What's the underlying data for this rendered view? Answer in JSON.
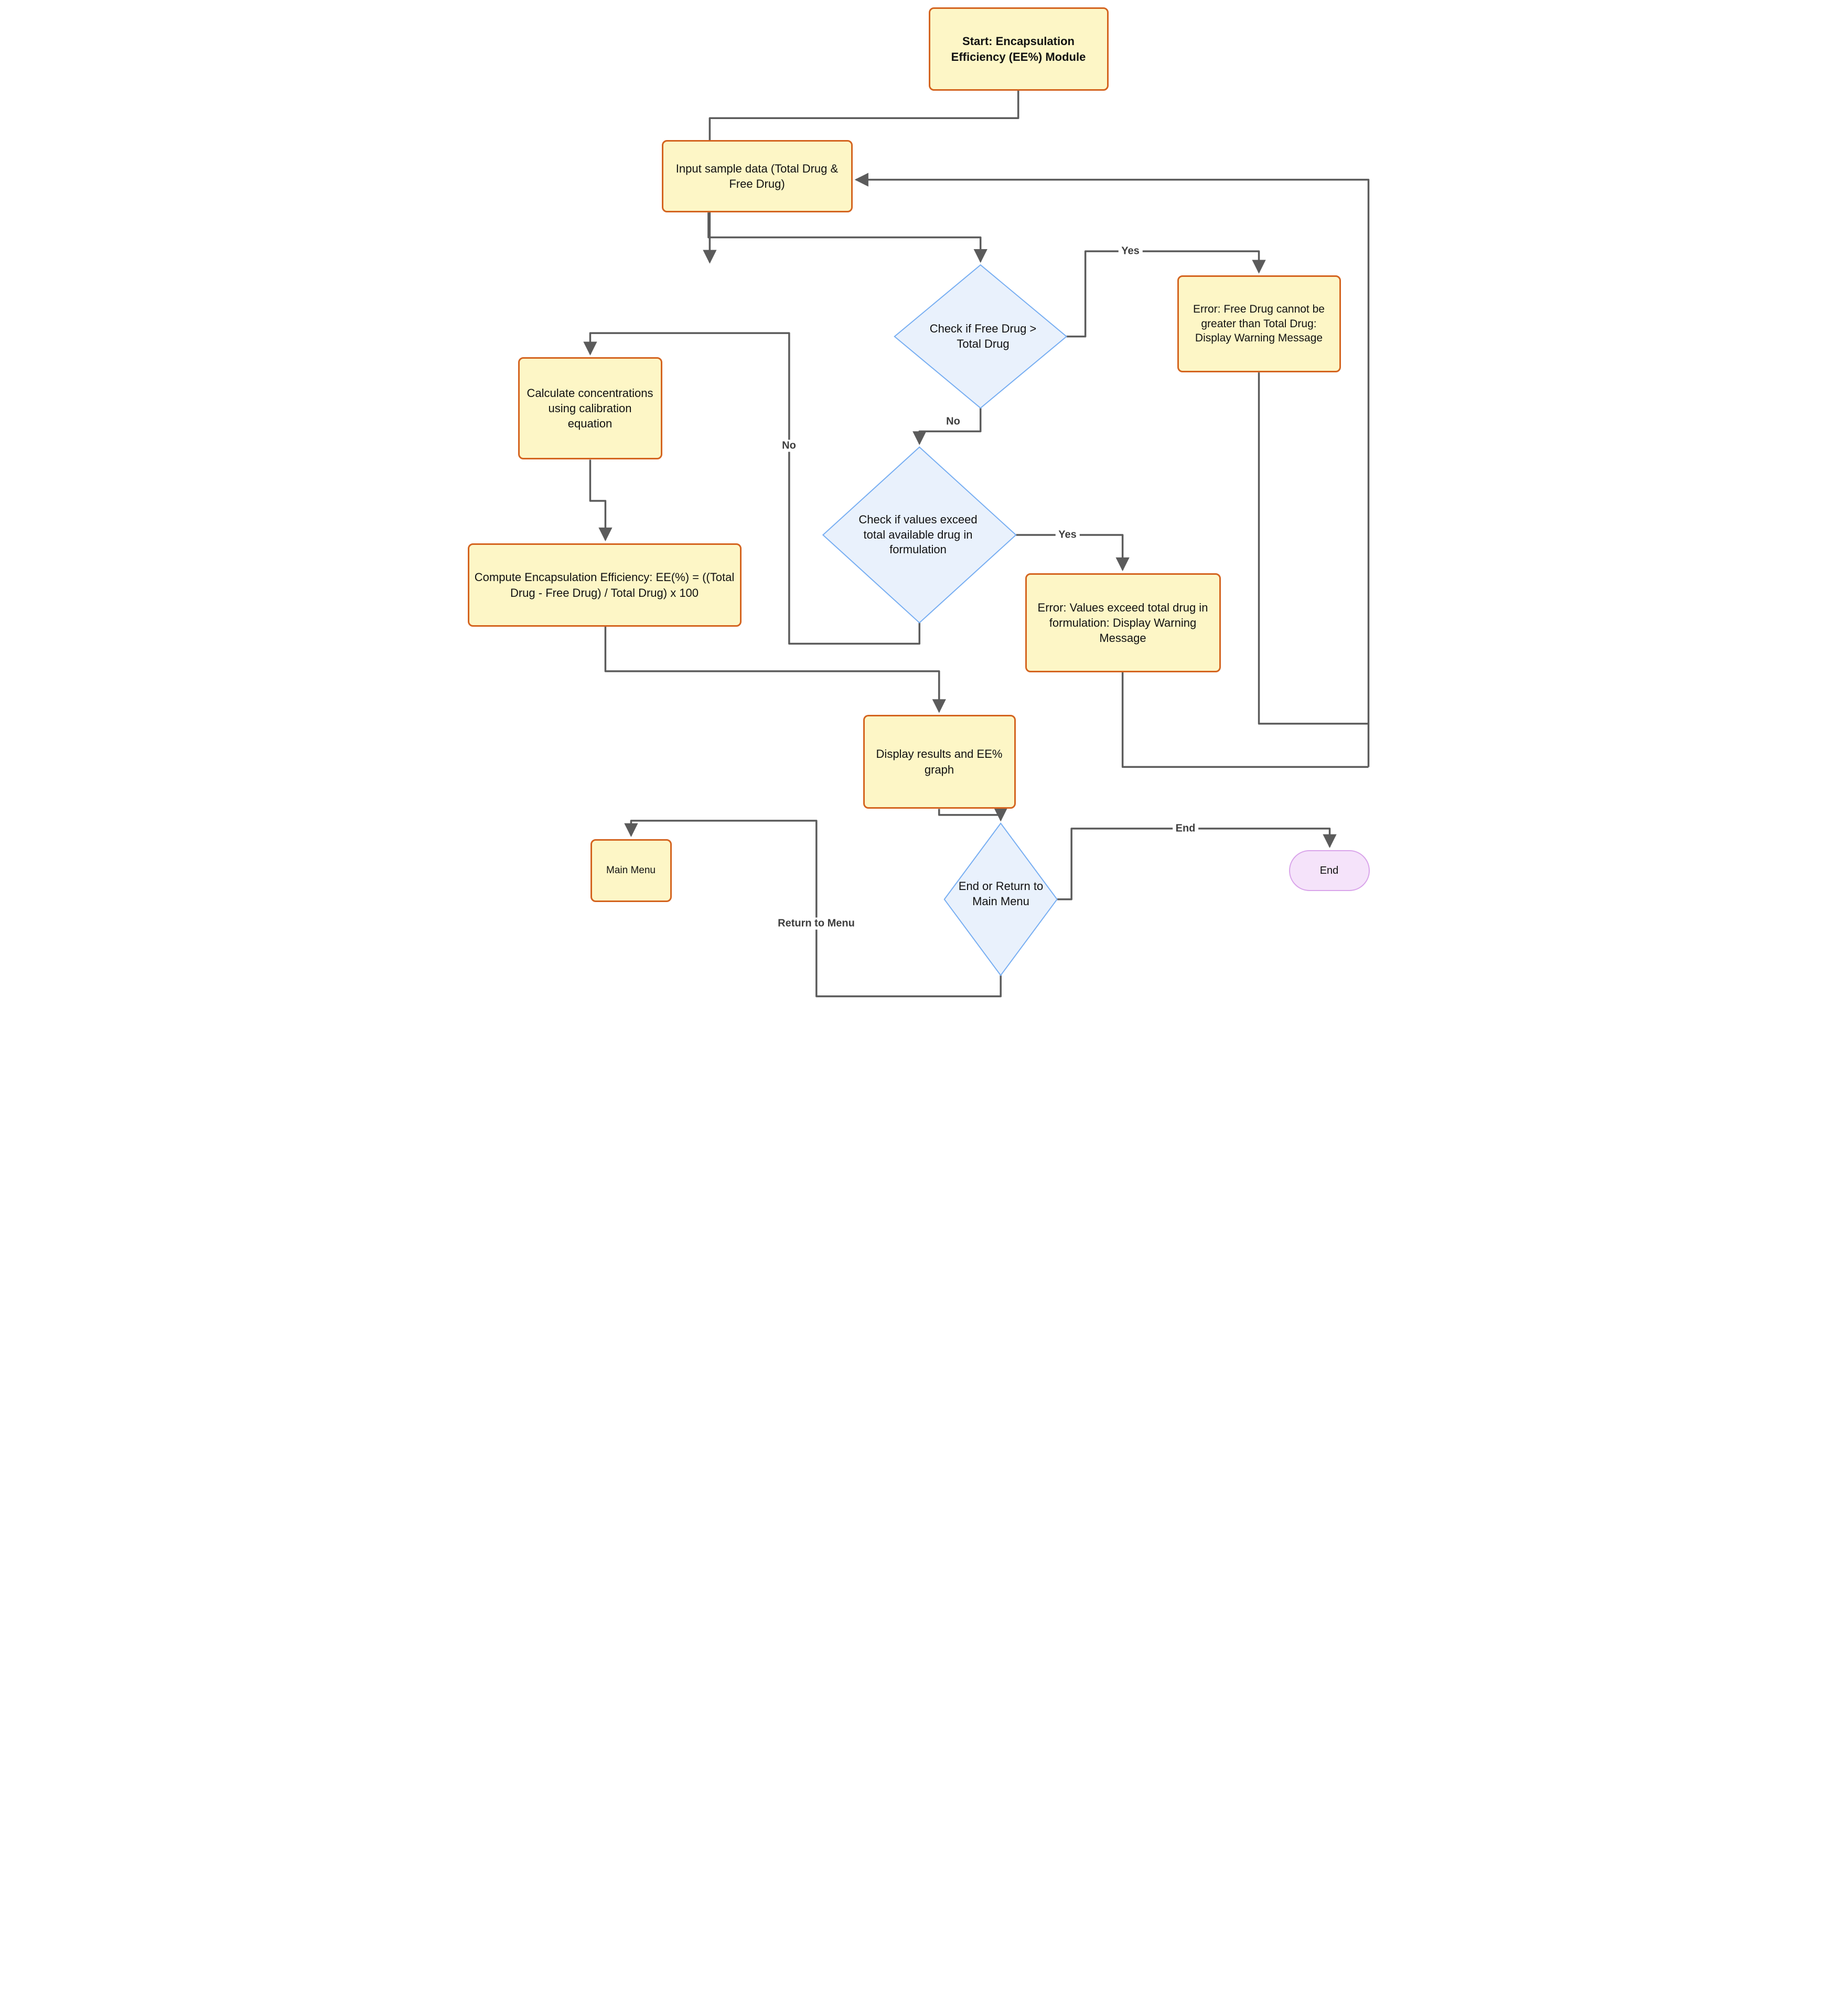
{
  "diagram": {
    "type": "flowchart",
    "nodes": {
      "start": {
        "shape": "process",
        "label": "Start: Encapsulation Efficiency (EE%) Module"
      },
      "input": {
        "shape": "process",
        "label": "Input sample data (Total Drug & Free Drug)"
      },
      "check_free_drug": {
        "shape": "decision",
        "label": "Check if Free Drug > Total Drug"
      },
      "error_free_drug": {
        "shape": "process",
        "label": "Error: Free Drug cannot be greater than Total Drug: Display Warning Message"
      },
      "calculate": {
        "shape": "process",
        "label": "Calculate concentrations using calibration equation"
      },
      "compute": {
        "shape": "process",
        "label": "Compute Encapsulation Efficiency: EE(%) = ((Total Drug - Free Drug) / Total Drug) x 100"
      },
      "check_values": {
        "shape": "decision",
        "label": "Check if values exceed total available drug in formulation"
      },
      "error_values": {
        "shape": "process",
        "label": "Error: Values exceed total drug in formulation: Display Warning Message"
      },
      "display": {
        "shape": "process",
        "label": "Display results and EE% graph"
      },
      "main_menu": {
        "shape": "process",
        "label": "Main Menu"
      },
      "end_decision": {
        "shape": "decision",
        "label": "End or Return to Main Menu"
      },
      "end": {
        "shape": "stadium",
        "label": "End"
      }
    },
    "edge_labels": {
      "yes1": "Yes",
      "no1": "No",
      "yes2": "Yes",
      "no2": "No",
      "return_to_menu": "Return to Menu",
      "end": "End"
    },
    "colors": {
      "process_fill": "#fdf6c6",
      "process_border": "#d4641f",
      "decision_fill": "#e9f1fc",
      "decision_border": "#77aef2",
      "stadium_fill": "#f5e3fa",
      "stadium_border": "#d9a4ea",
      "connector": "#5b5b5b",
      "text": "#111111"
    }
  }
}
